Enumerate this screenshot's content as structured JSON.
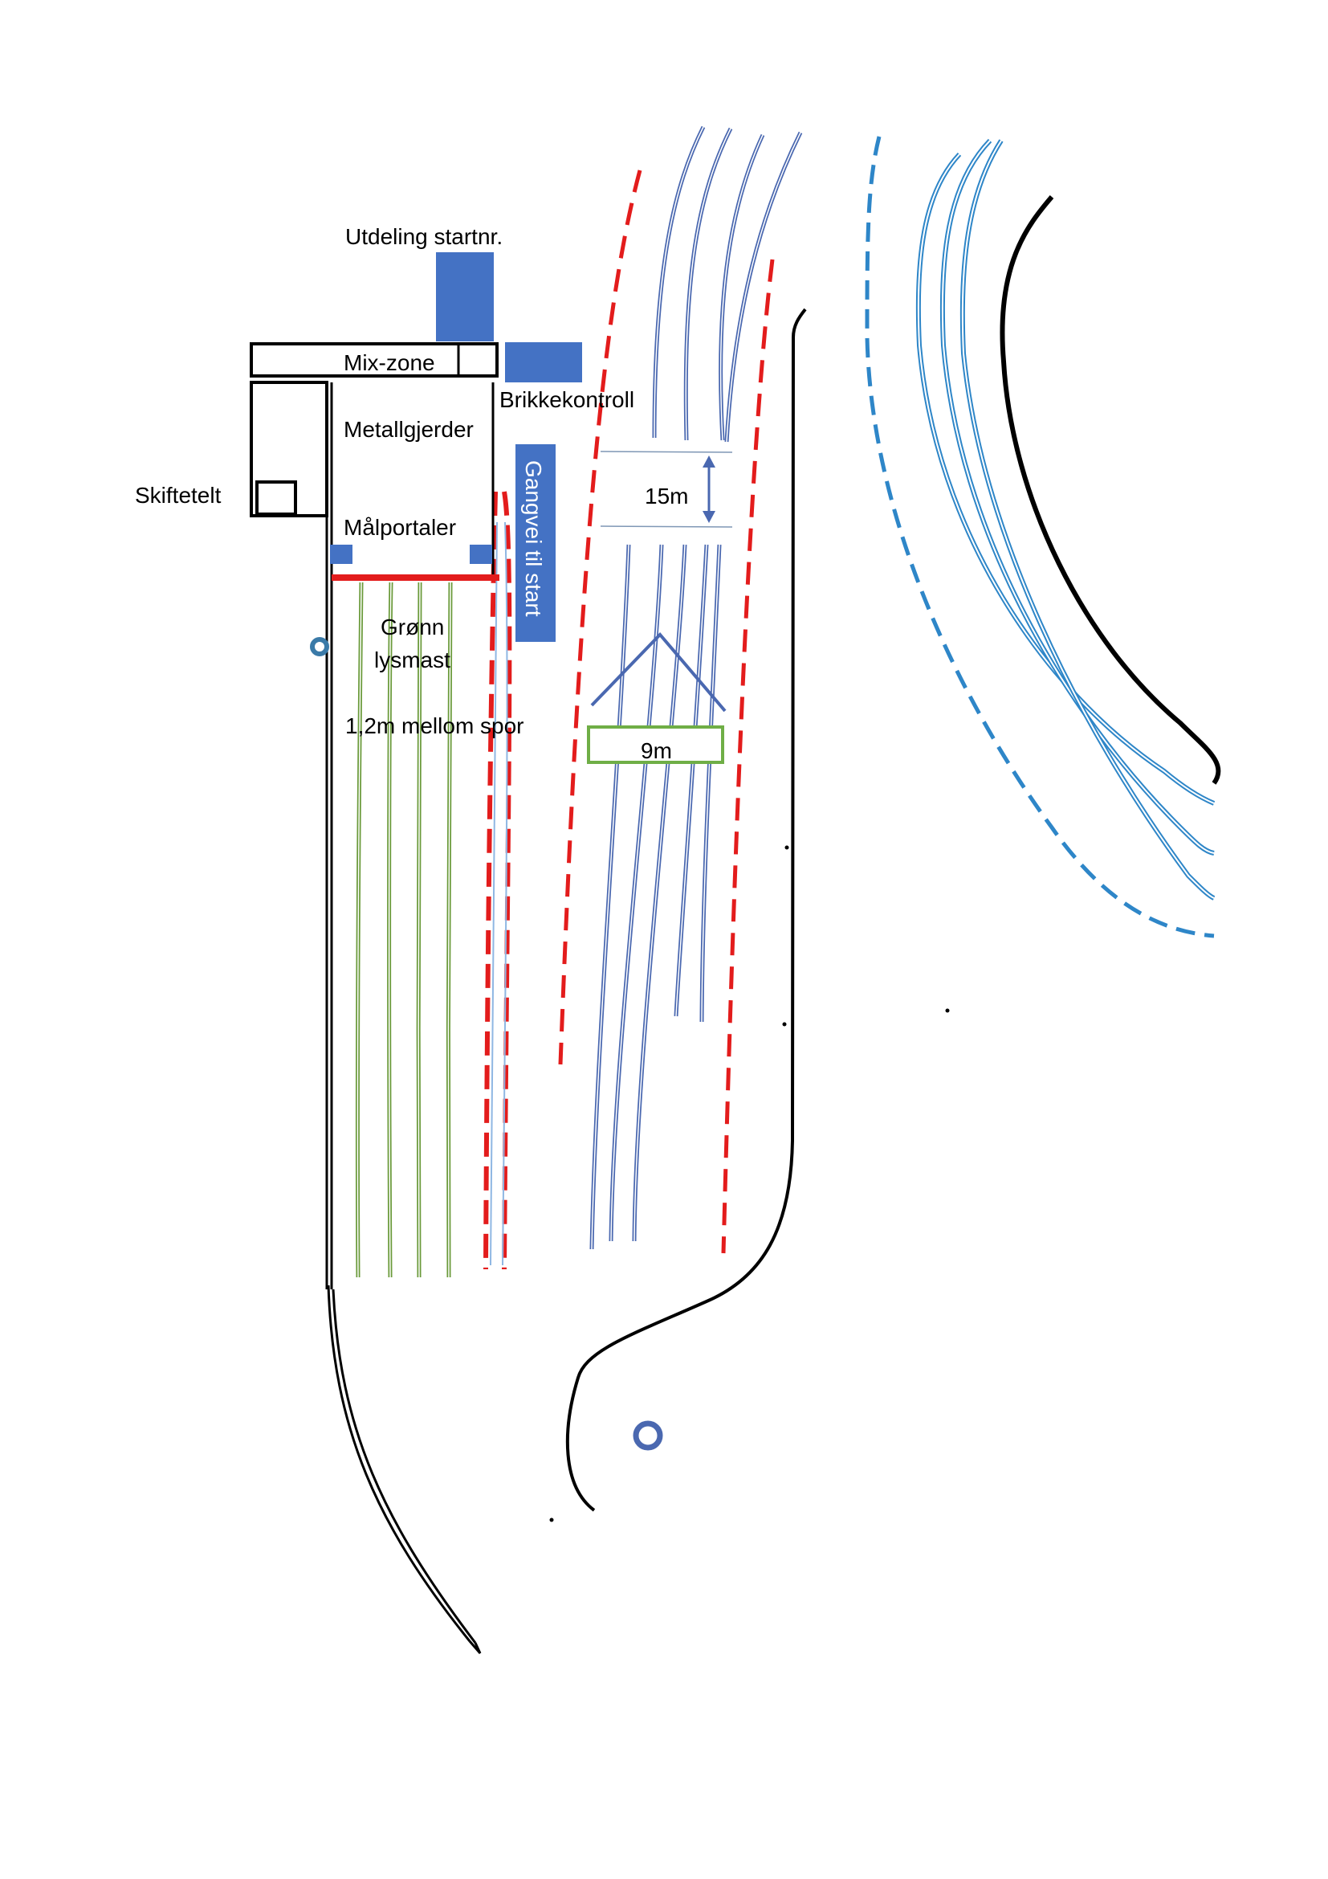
{
  "labels": {
    "start_numbers": "Utdeling startnr.",
    "mix_zone": "Mix-zone",
    "chip_control": "Brikkekontroll",
    "metal_fences": "Metallgjerder",
    "change_tent": "Skiftetelt",
    "finish_portals": "Målportaler",
    "walkway_to_start": "Gangvei til start",
    "green_light_mast_line1": "Grønn",
    "green_light_mast_line2": "lysmast",
    "track_spacing": "1,2m mellom spor",
    "width_15m": "15m",
    "width_9m": "9m"
  },
  "colors": {
    "track_blue": "#4a68b0",
    "box_blue": "#4472c4",
    "fence_red": "#e31c1c",
    "light_blue": "#2e86c8",
    "track_green": "#6a9a3a",
    "outline": "#000000"
  }
}
